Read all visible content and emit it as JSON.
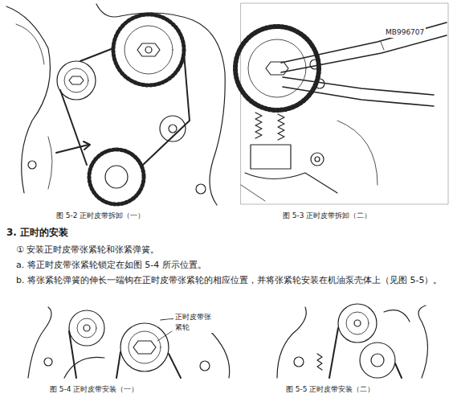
{
  "diagram": {
    "labels": [
      "图 5-2 正时皮带拆卸（一）",
      "MB996707",
      "图 5-3 正时皮带拆卸（二）",
      "3. 正时的安装",
      "① 安装正时皮带张紧轮和张紧弹簧。",
      "a. 将正时皮带张紧轮锁定在如图 5-4 所示位置。",
      "b. 将张紧轮弹簧的伸长一端钩在正时皮带张紧轮的相应位置，并将张紧轮安装在机油泵壳体上（见图 5-5）。",
      "正时皮带张紧轮",
      "图 5-4 正时皮带安装（一）",
      "图 5-5 正时皮带安装（二）"
    ]
  }
}
